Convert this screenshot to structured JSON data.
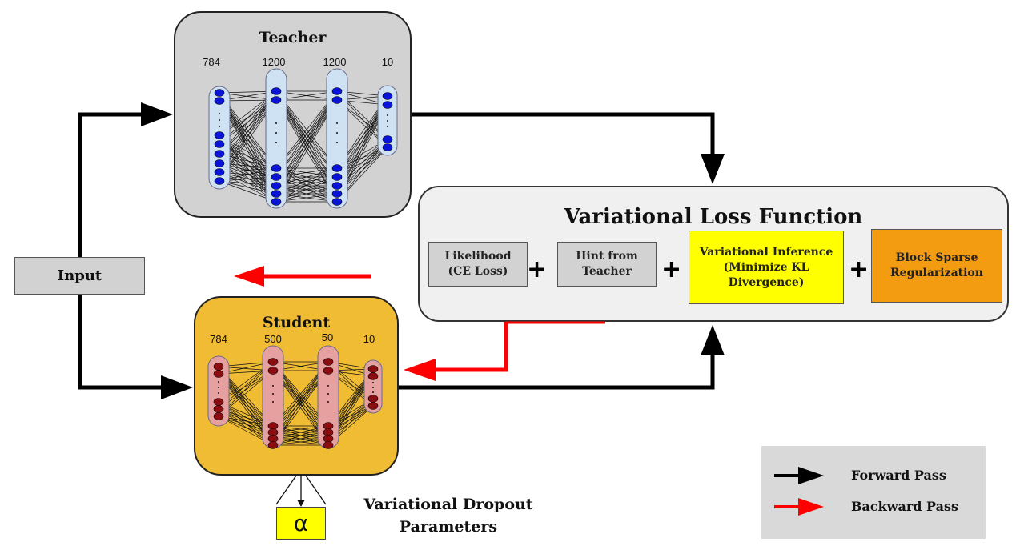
{
  "input": {
    "label": "Input"
  },
  "teacher": {
    "title": "Teacher",
    "layers": [
      "784",
      "1200",
      "1200",
      "10"
    ]
  },
  "student": {
    "title": "Student",
    "layers": [
      "784",
      "500",
      "50",
      "10"
    ]
  },
  "loss": {
    "title": "Variational Loss Function",
    "terms": [
      {
        "label": "Likelihood\n(CE Loss)",
        "color": "#d2d2d2"
      },
      {
        "label": "Hint from\nTeacher",
        "color": "#d2d2d2"
      },
      {
        "label": "Variational Inference\n(Minimize KL\nDivergence)",
        "color": "#ffff00"
      },
      {
        "label": "Block Sparse\nRegularization",
        "color": "#f39c12"
      }
    ],
    "operator": "+"
  },
  "dropout": {
    "symbol": "α",
    "label": "Variational Dropout\nParameters"
  },
  "legend": {
    "forward": "Forward Pass",
    "backward": "Backward Pass"
  },
  "colors": {
    "teacher_panel": "#d2d2d2",
    "student_panel": "#efbc33",
    "teacher_nodes": "#0a14d8",
    "teacher_layer_fill": "#cfe2f3",
    "student_nodes": "#8b0d12",
    "student_layer_fill": "#e6a0a0",
    "forward_arrow": "#000000",
    "backward_arrow": "#ff0000"
  }
}
